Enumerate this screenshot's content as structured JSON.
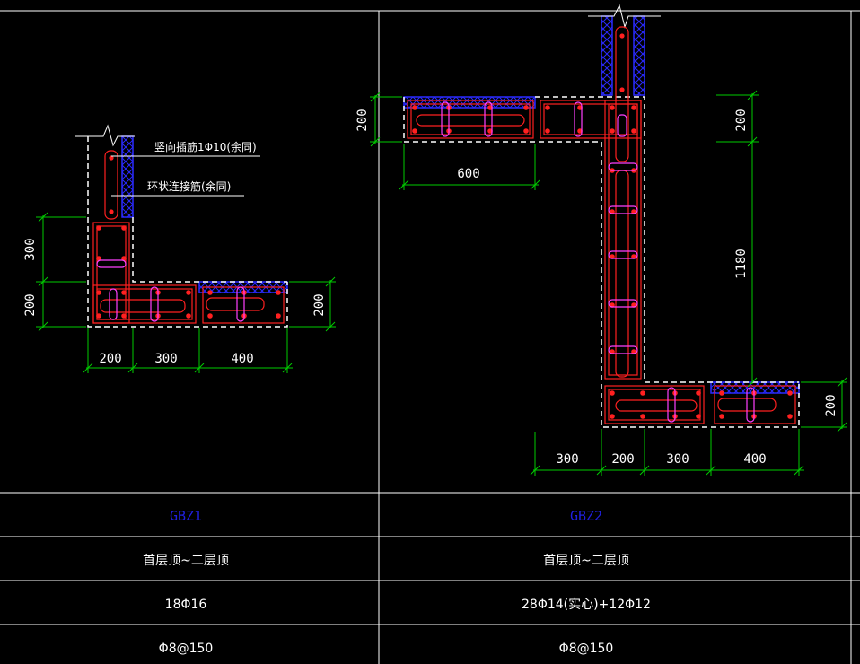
{
  "colors": {
    "background": "#000000",
    "grid": "#ffffff",
    "wall_outline": "#ffffff",
    "rebar": "#ff0000",
    "tie": "#ff00ff",
    "masonry_hatch": "#2a2aff",
    "dimension": "#00cc00",
    "label_blue": "#2020e0"
  },
  "gbz1": {
    "note_vertical_bar": "竖向插筋1Φ10(余同)",
    "note_ring_bar": "环状连接筋(余同)",
    "dim_v_300": "300",
    "dim_v_200": "200",
    "dim_h_200": "200",
    "dim_h_300": "300",
    "dim_h_400": "400",
    "dim_right_200": "200"
  },
  "gbz2": {
    "dim_left_200": "200",
    "dim_600": "600",
    "dim_right_200": "200",
    "dim_1180": "1180",
    "dim_bottom_right_200": "200",
    "dim_b_300a": "300",
    "dim_b_200": "200",
    "dim_b_300b": "300",
    "dim_b_400": "400"
  },
  "table": {
    "name": [
      "GBZ1",
      "GBZ2"
    ],
    "elevation": [
      "首层顶~二层顶",
      "首层顶~二层顶"
    ],
    "longitudinal": [
      "18Φ16",
      "28Φ14(实心)+12Φ12"
    ],
    "stirrup": [
      "Φ8@150",
      "Φ8@150"
    ]
  }
}
